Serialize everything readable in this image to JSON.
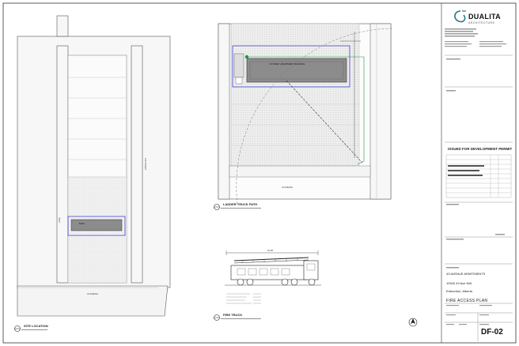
{
  "titleblock": {
    "logo_text": "DUALITA",
    "logo_sub": "ARCHITECTURE",
    "issued_for": "ISSUED FOR DEVELOPMENT PERMIT",
    "project_name": "43 AVENUE APARTMENTS",
    "project_address": "10943 43 Ave NW,",
    "project_city": "Edmonton, Alberta",
    "drawing_title": "FIRE ACCESS PLAN",
    "sheet_number": "DF-02"
  },
  "views": {
    "site_title": "SITE LOCATION",
    "closeup_title": "LADDER TRUCK PATH",
    "truck_title": "FIRE TRUCK"
  },
  "labels": {
    "building_top": "3 STOREY APARTMENT BUILDING",
    "building_left": "BLDG",
    "truck_dim": "15.00",
    "lane": "LANE",
    "avenue": "43 AVENUE",
    "street": "109 STREET"
  },
  "colors": {
    "line": "#3a3a3a",
    "light_line": "#9a9a9a",
    "property_line": "#2a2ad6",
    "fire_route": "#1a9a3a",
    "hatch": "#e6e6e6",
    "building_fill": "#8c8c8c"
  }
}
